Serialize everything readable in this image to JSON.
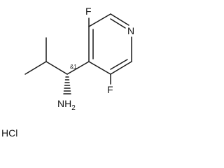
{
  "molecule": {
    "atoms": {
      "fluorine_top": "F",
      "nitrogen_ring": "N",
      "fluorine_bottom": "F",
      "amine": "NH2",
      "amine_main": "NH",
      "amine_subscript": "2"
    },
    "stereo_label": "&1",
    "salt": "HCl"
  }
}
